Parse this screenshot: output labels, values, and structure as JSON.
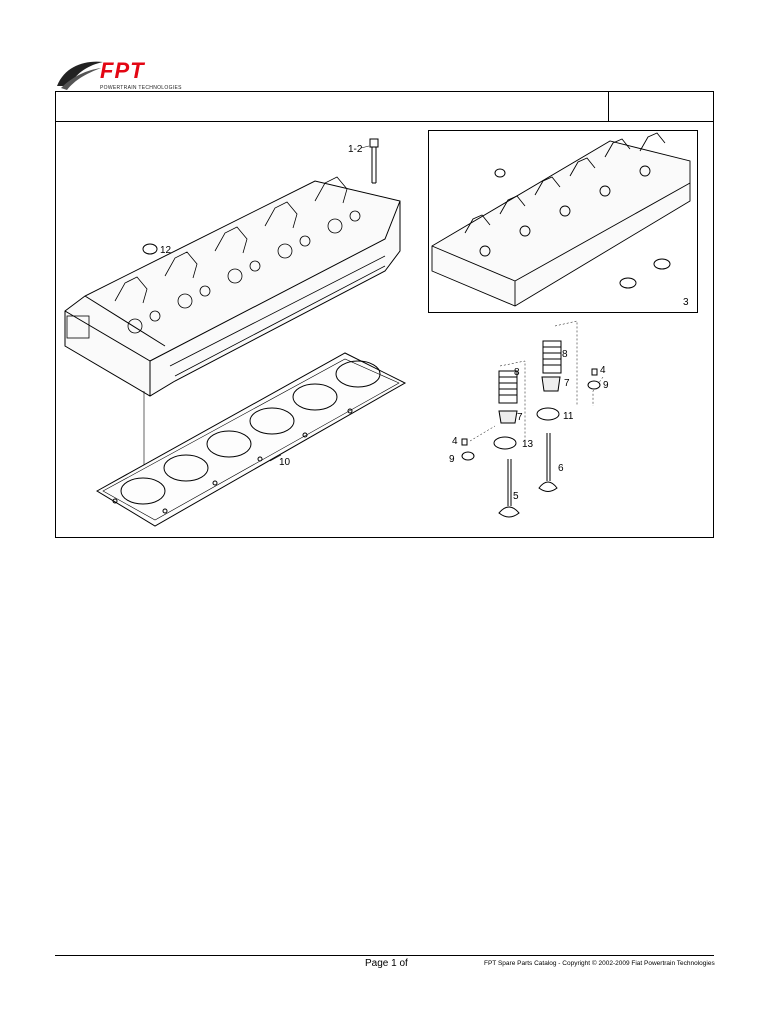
{
  "brand": {
    "logo_text": "FPT",
    "logo_subtitle": "POWERTRAIN TECHNOLOGIES",
    "brand_color": "#e30613"
  },
  "header": {
    "left_text": "",
    "right_text": ""
  },
  "drawing": {
    "callouts": {
      "bolt": "1-2",
      "ring": "12",
      "gasket": "10",
      "inset_assembly": "3",
      "spring_left": "8",
      "cap_left": "7",
      "seal_left": "13",
      "key_left_a": "4",
      "key_left_b": "9",
      "valve_left": "5",
      "spring_right": "8",
      "cap_right": "7",
      "key_right_a": "4",
      "key_right_b": "9",
      "seal_right": "11",
      "valve_right": "6"
    }
  },
  "footer": {
    "page": "Page 1 of",
    "copyright": "FPT Spare Parts Catalog - Copyright © 2002-2009 Fiat Powertrain Technologies"
  }
}
